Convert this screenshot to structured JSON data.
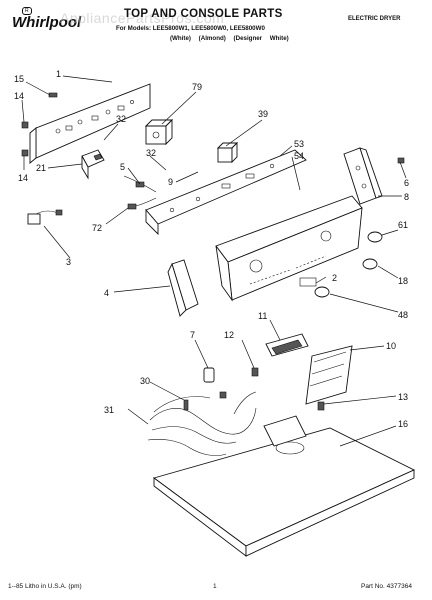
{
  "header": {
    "brand": "Whirlpool",
    "brand_mark": "R",
    "watermark": "AppliancePartsPros.com",
    "title": "TOP AND CONSOLE PARTS",
    "models": "For Models: LEE5800W1, LEE5800W0, LEE5800W0",
    "variants": "(White) (Almond) (Designer White)",
    "product": "ELECTRIC DRYER"
  },
  "callouts": [
    "1",
    "79",
    "39",
    "53",
    "54",
    "15",
    "14",
    "32",
    "32",
    "21",
    "5",
    "9",
    "6",
    "8",
    "14",
    "72",
    "3",
    "61",
    "2",
    "18",
    "4",
    "48",
    "11",
    "10",
    "7",
    "12",
    "30",
    "13",
    "31",
    "16"
  ],
  "footer": {
    "left": "1--85 Litho in U.S.A. (pm)",
    "page": "1",
    "right": "Part No. 4377364"
  }
}
